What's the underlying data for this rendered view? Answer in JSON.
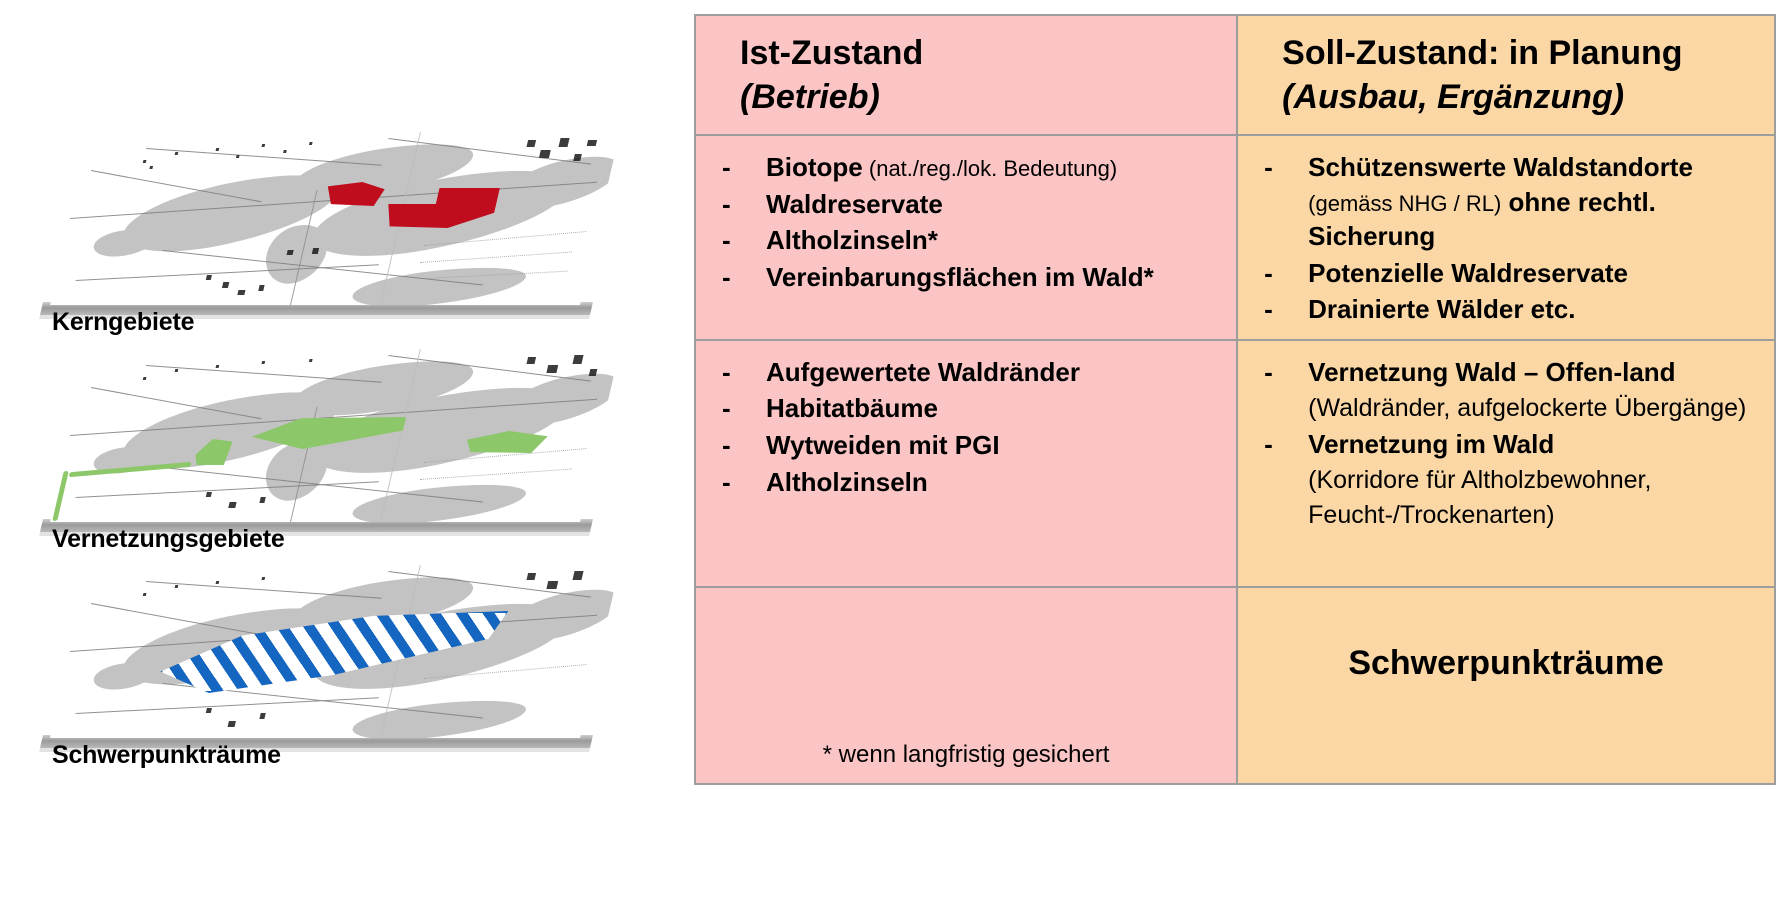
{
  "maps": [
    {
      "caption": "Kerngebiete",
      "highlight_color": "#c00d1e",
      "highlight_style": "solid-red-polygons"
    },
    {
      "caption": "Vernetzungsgebiete",
      "highlight_color": "#8cc76a",
      "highlight_style": "green-corridor-strips"
    },
    {
      "caption": "Schwerpunkträume",
      "highlight_color": "#1566c0",
      "highlight_style": "blue-diagonal-hatch-polygon"
    }
  ],
  "table": {
    "colors": {
      "ist_bg": "#fac5c4",
      "soll_bg": "#fbd7a5",
      "border": "#9d9d9d"
    },
    "headers": {
      "ist": {
        "line1": "Ist-Zustand",
        "line2": "(Betrieb)"
      },
      "soll": {
        "line1": "Soll-Zustand: in Planung",
        "line2": "(Ausbau, Ergänzung)"
      }
    },
    "bullet_marker": "-",
    "rows": [
      {
        "ist": [
          {
            "bold": "Biotope",
            "light": " (nat./reg./lok. Bedeutung)"
          },
          {
            "bold": "Waldreservate",
            "light": ""
          },
          {
            "bold": "Altholzinseln*",
            "light": ""
          },
          {
            "bold": "Vereinbarungsflächen im Wald*",
            "light": ""
          }
        ],
        "soll": [
          {
            "bold": "Schützenswerte Waldstandorte",
            "light": " (gemäss NHG / RL)",
            "bold_tail": " ohne rechtl. Sicherung"
          },
          {
            "bold": "Potenzielle Waldreservate",
            "light": ""
          },
          {
            "bold": "Drainierte Wälder etc.",
            "light": ""
          }
        ]
      },
      {
        "ist": [
          {
            "bold": "Aufgewertete Waldränder",
            "light": ""
          },
          {
            "bold": "Habitatbäume",
            "light": ""
          },
          {
            "bold": "Wytweiden mit PGI",
            "light": ""
          },
          {
            "bold": "Altholzinseln",
            "light": ""
          }
        ],
        "soll": [
          {
            "bold": "Vernetzung Wald – Offen-land",
            "light": " (Waldränder, aufgelockerte Übergänge)"
          },
          {
            "bold": "Vernetzung im Wald",
            "light": "",
            "light_block": "(Korridore für Altholzbewohner, Feucht-/Trockenarten)"
          }
        ]
      },
      {
        "ist_footnote": "* wenn langfristig gesichert",
        "soll_title": "Schwerpunkträume"
      }
    ]
  }
}
